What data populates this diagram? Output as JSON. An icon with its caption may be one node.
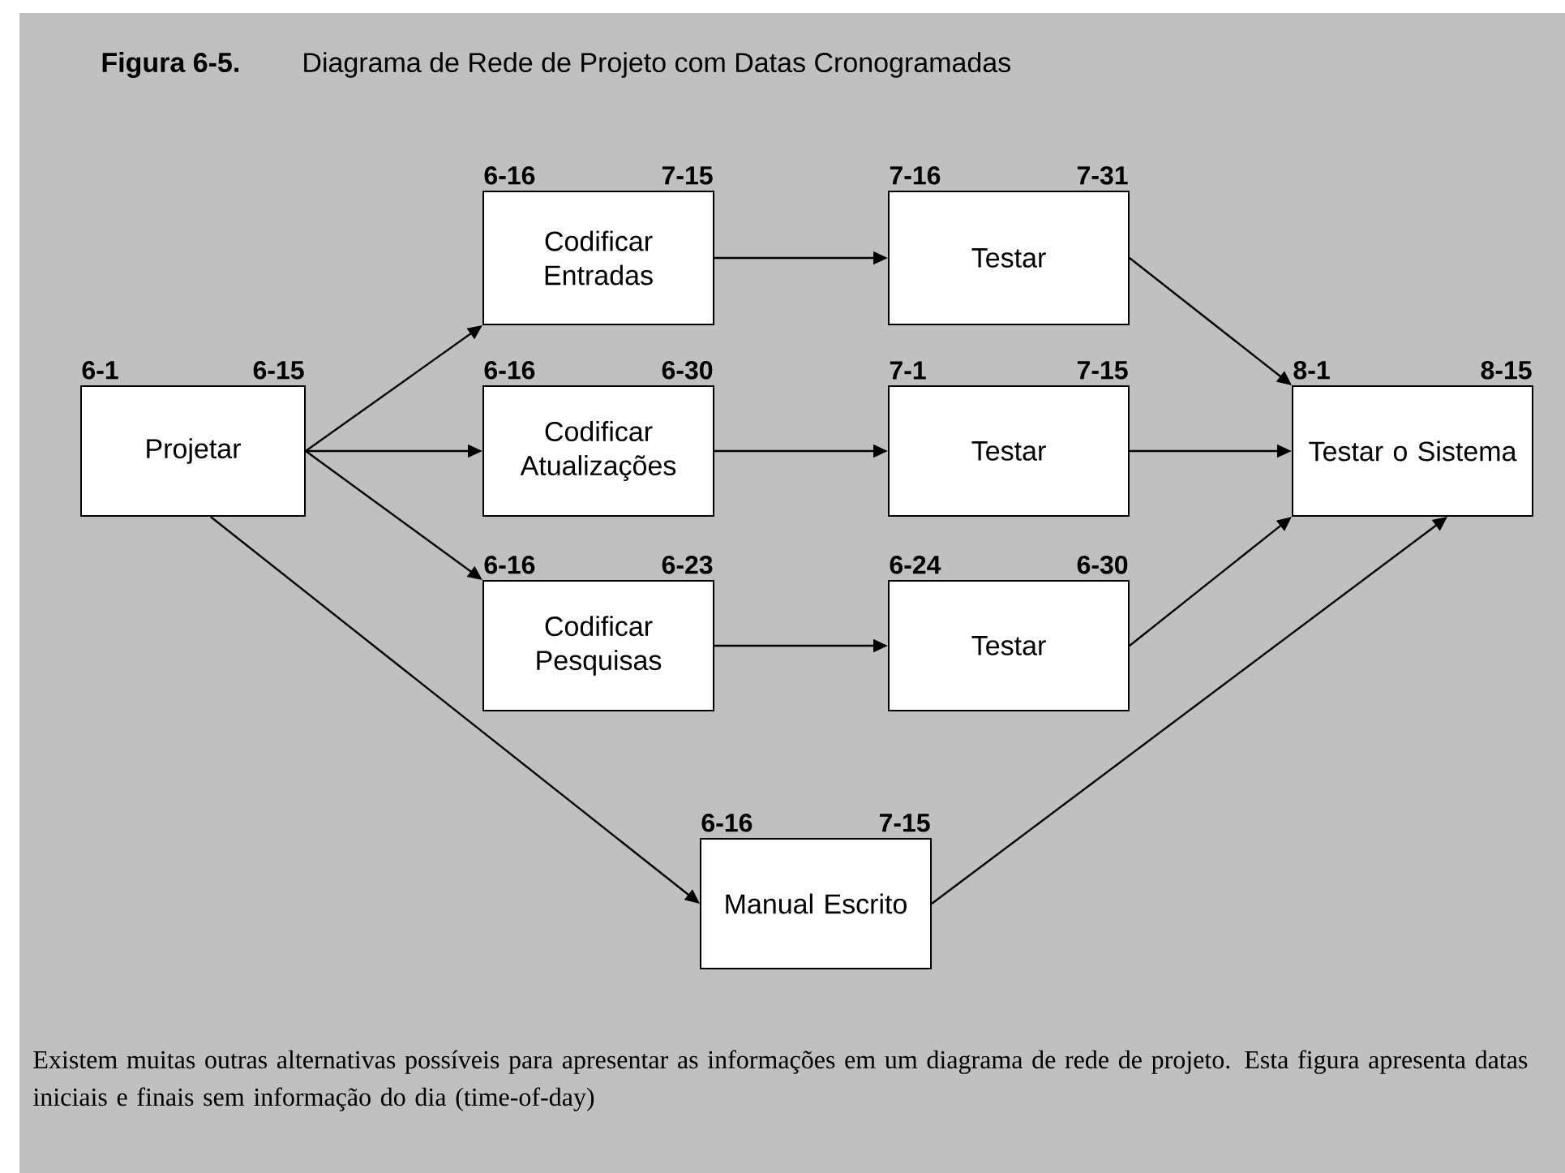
{
  "diagram": {
    "title": "Diagrama de Rede de Projeto com Datas Cronogramadas",
    "caption": "Existem muitas outras alternativas possíveis para apresentar as informações em um diagrama de rede de projeto. Esta figura apresenta datas iniciais e finais sem informação do dia (time-of-day)",
    "nodes": [
      {
        "text": [
          "Projetar"
        ],
        "beside": [
          "6-1",
          "6-15"
        ]
      },
      {
        "text": [
          "Codificar Entradas"
        ],
        "beside": [
          "6-16",
          "7-15"
        ]
      },
      {
        "text": [
          "Codificar Atualizações"
        ],
        "beside": [
          "6-16",
          "6-30"
        ]
      },
      {
        "text": [
          "Codificar Pesquisas"
        ],
        "beside": [
          "6-16",
          "6-23"
        ]
      },
      {
        "text": [
          "Manual Escrito"
        ],
        "beside": [
          "6-16",
          "7-15"
        ]
      },
      {
        "text": [
          "Testar"
        ],
        "beside": [
          "7-16",
          "7-31"
        ]
      },
      {
        "text": [
          "Testar"
        ],
        "beside": [
          "7-1",
          "7-15"
        ]
      },
      {
        "text": [
          "Testar"
        ],
        "beside": [
          "6-24",
          "6-30"
        ]
      },
      {
        "text": [
          "Testar o Sistema"
        ],
        "beside": [
          "8-1",
          "8-15"
        ]
      }
    ],
    "edges": [
      {
        "from": 0,
        "to": 1,
        "arrow": "to"
      },
      {
        "from": 0,
        "to": 2,
        "arrow": "to"
      },
      {
        "from": 0,
        "to": 3,
        "arrow": "to"
      },
      {
        "from": 0,
        "to": 4,
        "arrow": "to"
      },
      {
        "from": 1,
        "to": 5,
        "arrow": "to"
      },
      {
        "from": 2,
        "to": 6,
        "arrow": "to"
      },
      {
        "from": 3,
        "to": 7,
        "arrow": "to"
      },
      {
        "from": 5,
        "to": 8,
        "arrow": "to"
      },
      {
        "from": 6,
        "to": 8,
        "arrow": "to"
      },
      {
        "from": 7,
        "to": 8,
        "arrow": "to"
      },
      {
        "from": 4,
        "to": 8,
        "arrow": "to"
      }
    ],
    "labels": [
      "Figura 6-5."
    ]
  }
}
